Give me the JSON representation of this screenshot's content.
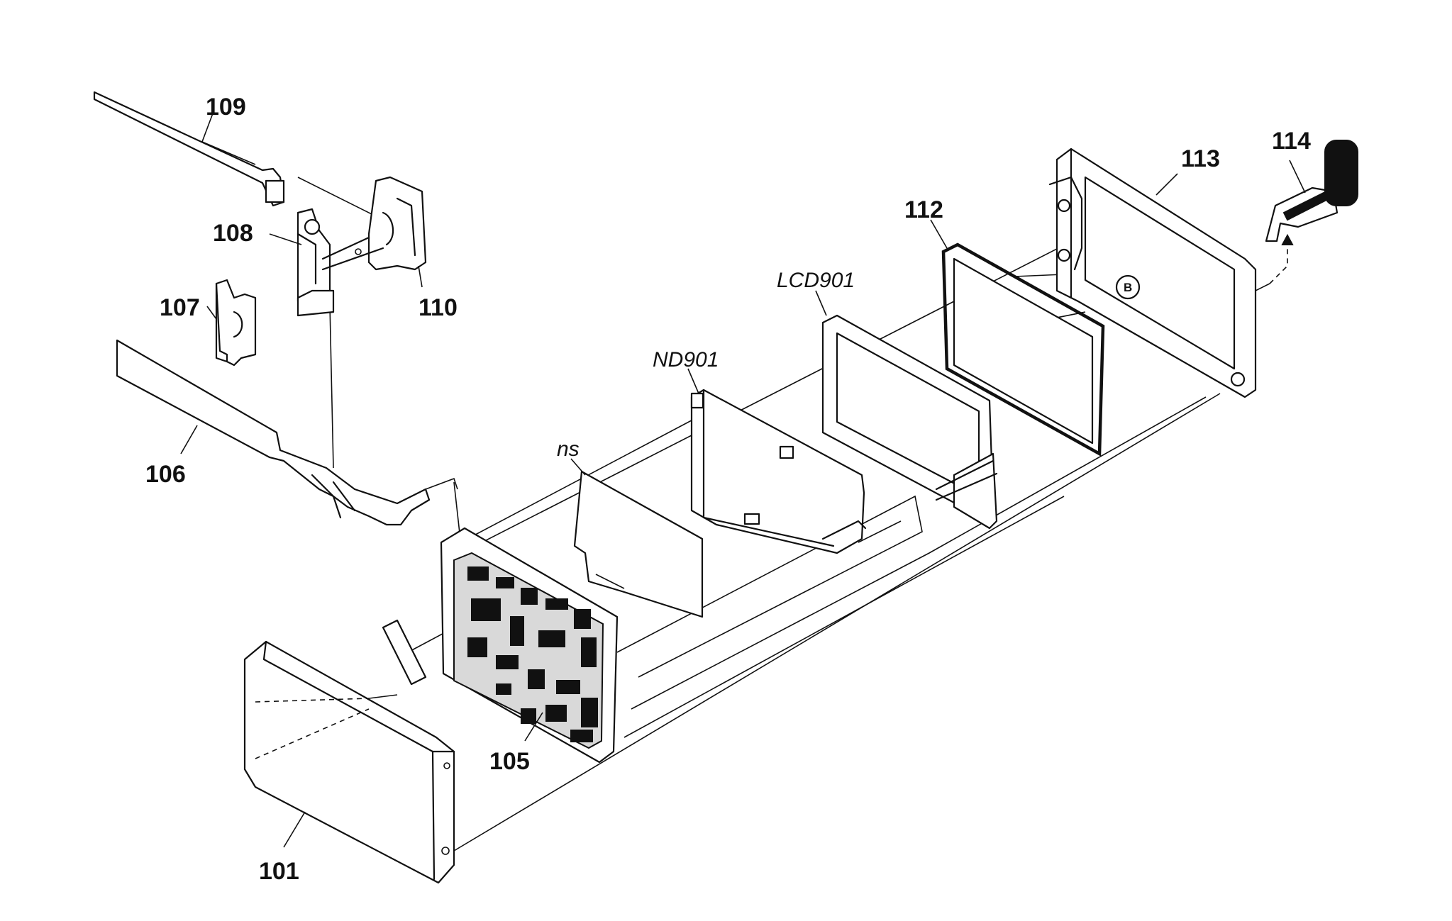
{
  "labels": {
    "p101": "101",
    "p105": "105",
    "p106": "106",
    "p107": "107",
    "p108": "108",
    "p109": "109",
    "p110": "110",
    "p112": "112",
    "p113": "113",
    "p114": "114",
    "ns": "ns",
    "nd901": "ND901",
    "lcd901": "LCD901",
    "ref_b": "B"
  }
}
